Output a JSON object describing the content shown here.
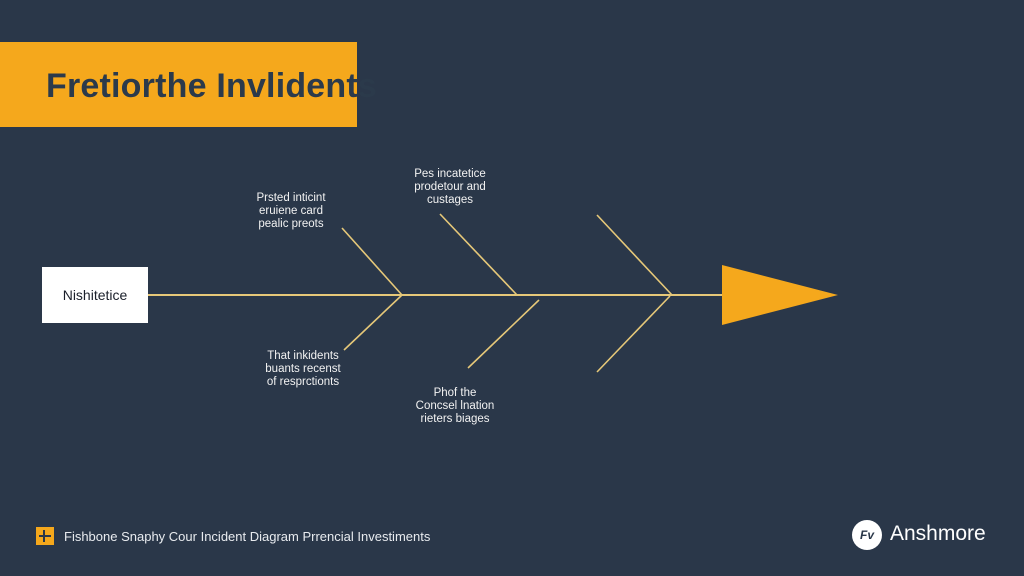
{
  "title": "Fretiorthe Invlidents",
  "head_label": "Nishitetice",
  "colors": {
    "background": "#2a3749",
    "accent": "#f5a81c",
    "bone": "#e6c879",
    "text": "#f2f2f2"
  },
  "causes": [
    {
      "lines": [
        "Prsted inticint",
        "eruiene card",
        "pealic preots"
      ]
    },
    {
      "lines": [
        "Pes incatetice",
        "prodetour and",
        "custages"
      ]
    },
    {
      "lines": [
        "That inkidents",
        "buants recenst",
        "of resprctionts"
      ]
    },
    {
      "lines": [
        "Phof the",
        "Concsel lnation",
        "rieters biages"
      ]
    }
  ],
  "footer": {
    "icon": "grid-logo-icon",
    "text": "Fishbone Snaphy Cour Incident Diagram Prrencial Investiments"
  },
  "brand": {
    "logo_text": "Fv",
    "name": "Anshmore"
  }
}
